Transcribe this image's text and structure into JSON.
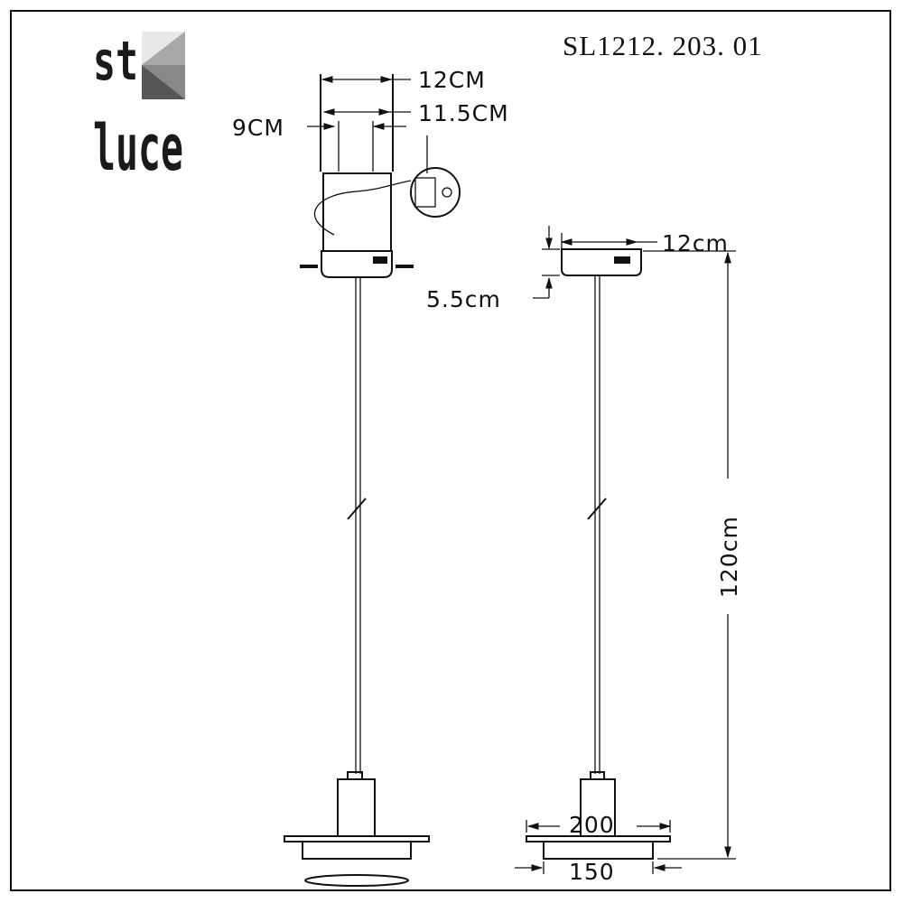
{
  "title": "SL1212. 203. 01",
  "logo": {
    "line1": "st",
    "line2": "luce"
  },
  "dimensions": {
    "canopy_width_upper": "12CM",
    "canopy_width_inner": "11.5CM",
    "mount_spacing": "9CM",
    "canopy_width_side": "12cm",
    "canopy_height": "5.5cm",
    "total_height": "120cm",
    "disc_diameter": "200",
    "shade_diameter": "150"
  }
}
